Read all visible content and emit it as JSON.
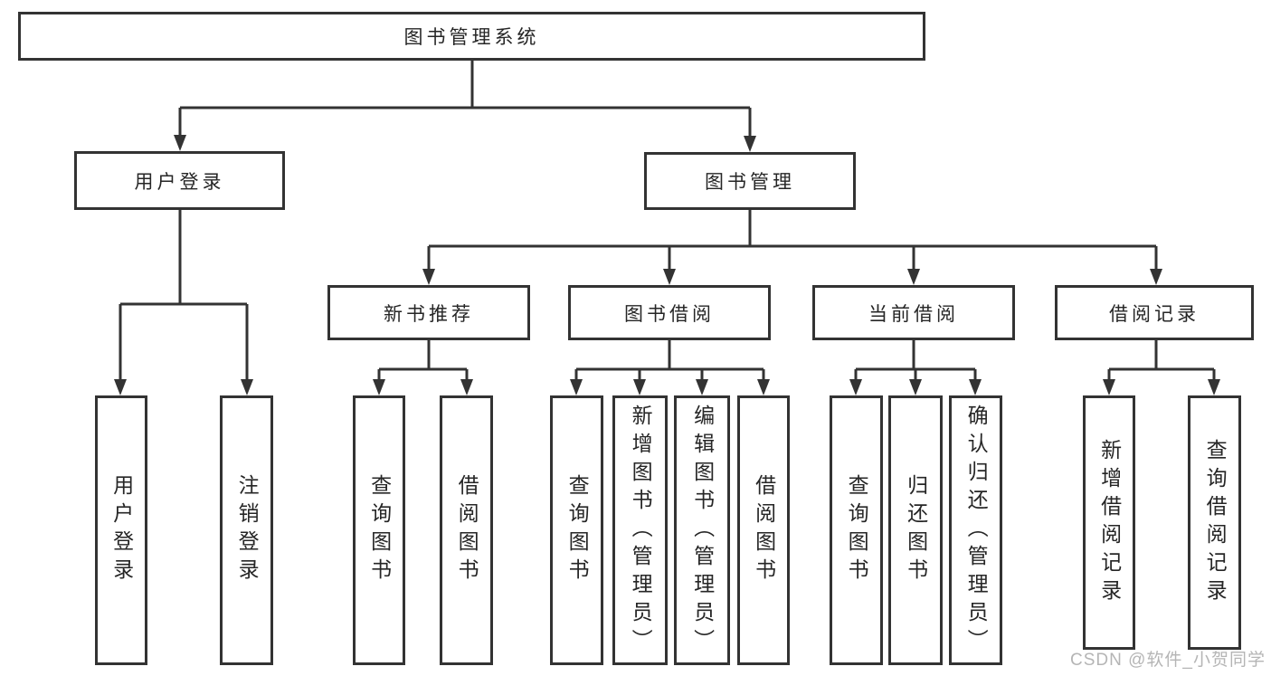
{
  "theme": {
    "line_color": "#333333",
    "text_color": "#262626",
    "watermark_color": "#b5b5b5",
    "background": "#ffffff"
  },
  "diagram": {
    "root": {
      "label": "图书管理系统"
    },
    "branches": [
      {
        "label": "用户登录",
        "children": [
          {
            "label": "用户登录"
          },
          {
            "label": "注销登录"
          }
        ]
      },
      {
        "label": "图书管理",
        "children": [
          {
            "label": "新书推荐",
            "children": [
              {
                "label": "查询图书"
              },
              {
                "label": "借阅图书"
              }
            ]
          },
          {
            "label": "图书借阅",
            "children": [
              {
                "label": "查询图书"
              },
              {
                "label": "新增图书（管理员）"
              },
              {
                "label": "编辑图书（管理员）"
              },
              {
                "label": "借阅图书"
              }
            ]
          },
          {
            "label": "当前借阅",
            "children": [
              {
                "label": "查询图书"
              },
              {
                "label": "归还图书"
              },
              {
                "label": "确认归还（管理员）"
              }
            ]
          },
          {
            "label": "借阅记录",
            "children": [
              {
                "label": "新增借阅记录"
              },
              {
                "label": "查询借阅记录"
              }
            ]
          }
        ]
      }
    ],
    "watermark": "CSDN @软件_小贺同学"
  }
}
